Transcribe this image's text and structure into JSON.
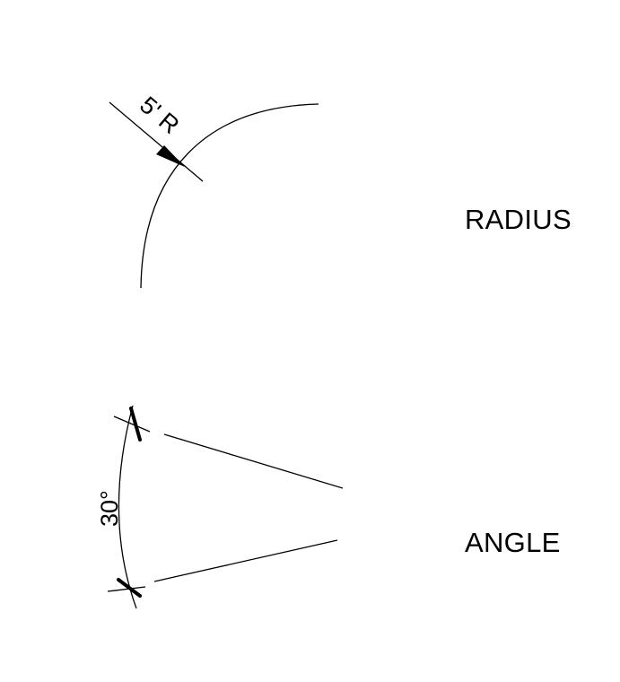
{
  "radius_example": {
    "dimension_text": "5' R",
    "caption": "RADIUS"
  },
  "angle_example": {
    "dimension_text": "30°",
    "caption": "ANGLE"
  },
  "colors": {
    "line": "#000000",
    "background": "#ffffff"
  }
}
